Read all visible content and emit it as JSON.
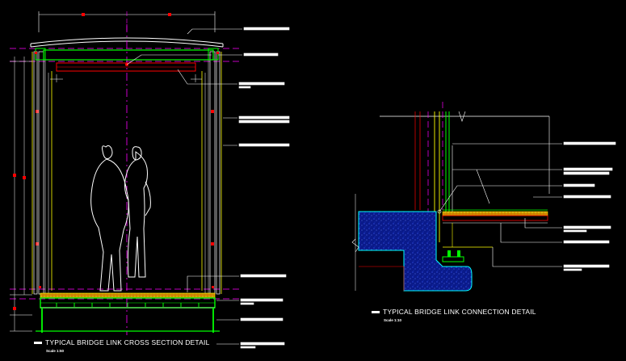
{
  "cross_section": {
    "title": "TYPICAL BRIDGE LINK CROSS SECTION DETAIL",
    "scale": "Scale 1:50"
  },
  "connection": {
    "title": "TYPICAL BRIDGE LINK CONNECTION DETAIL",
    "scale": "Scale 1:10"
  },
  "colors": {
    "background": "#000000",
    "centerline": "#ff00ff",
    "structure": "#00ff00",
    "glazing": "#ffff00",
    "leader": "#ffffff",
    "dimension": "#ff0000",
    "concrete_edge": "#00ffff",
    "concrete_fill": "#0a1a8a"
  }
}
